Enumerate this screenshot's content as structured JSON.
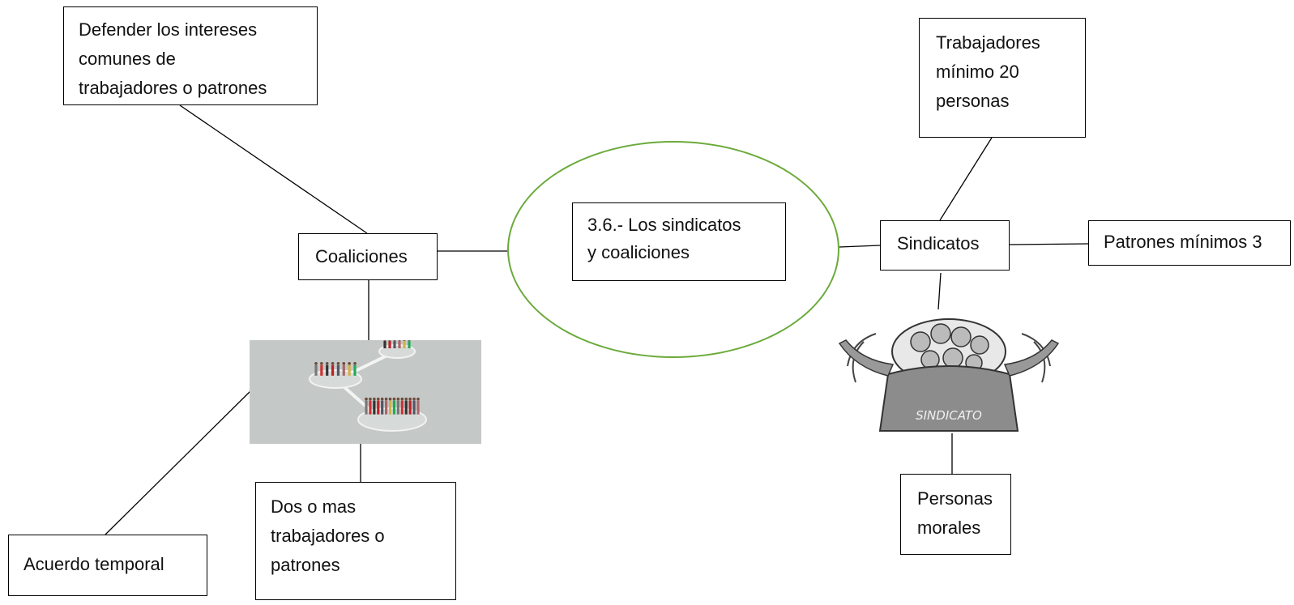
{
  "center": {
    "label": "3.6.- Los sindicatos\ny coaliciones"
  },
  "coaliciones": {
    "label": "Coaliciones",
    "items": [
      "Defender los intereses\ncomunes de\ntrabajadores o patrones",
      "Acuerdo temporal",
      "Dos o mas\ntrabajadores o\npatrones"
    ],
    "image": "people-groups-network"
  },
  "sindicatos": {
    "label": "Sindicatos",
    "items": [
      "Trabajadores\nmínimo 20\npersonas",
      "Patrones mínimos 3",
      "Personas\nmorales"
    ],
    "image": "sindicato-cartoon",
    "image_caption": "SINDICATO"
  },
  "colors": {
    "ellipse": "#6aaa3a",
    "lines": "#000000",
    "photo_bg": "#c4c8c6"
  }
}
